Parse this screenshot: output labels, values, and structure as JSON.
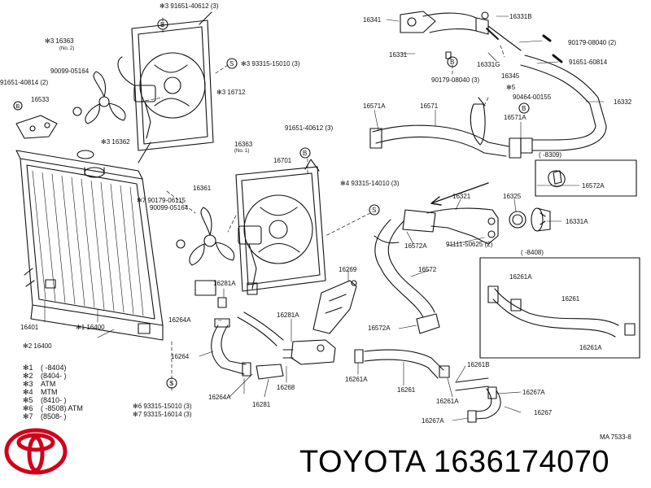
{
  "brand": {
    "name": "TOYOTA",
    "part_number": "1636174070",
    "ref_code": "MA 7533-8"
  },
  "colors": {
    "ink": "#111111",
    "logo": "#d0021b"
  },
  "labels": {
    "p01": "✻3 91651-40612 (3)",
    "p02": "16341",
    "p03": "16331B",
    "p04": "✻3 16363",
    "p05": "(No. 2)",
    "p06": "90179-08040 (2)",
    "p07": "16331",
    "p08": "16331G",
    "p09": "91651-60814",
    "p10": "✻3 93315-15010 (3)",
    "p11": "90099-05164",
    "p12": "91651-40814 (2)",
    "p13": "90179-08040 (3)",
    "p14": "16345",
    "p15": "16533",
    "p16": "✻3 16712",
    "p17": "✻5",
    "p18": "90464-00155",
    "p19": "16332",
    "p20": "16571A",
    "p21": "16571",
    "p22": "16571A",
    "p23": "✻3 16362",
    "p24": "16363",
    "p25": "(No. 1)",
    "p26": "91651-40612 (3)",
    "p27": "(   -8309)",
    "p28": "16701",
    "p29": "16572A",
    "p30": "16361",
    "p31": "✻4 93315-14010 (3)",
    "p32": "16321",
    "p33": "16325",
    "p34": "✻7 90179-06115",
    "p35": "90099-05164",
    "p36": "16331A",
    "p37": "16572A",
    "p38": "91111-50625 (2)",
    "p39": "(   -8408)",
    "p40": "16269",
    "p41": "16572",
    "p42": "16261A",
    "p43": "16281A",
    "p44": "16261",
    "p45": "16264A",
    "p46": "16281A",
    "p47": "16572A",
    "p48": "16261A",
    "p49": "16401",
    "p50": "✻1 16400",
    "p51": "✻2 16400",
    "p52": "16264",
    "p53": "16261A",
    "p54": "16261B",
    "p55": "16268",
    "p56": "16261",
    "p57": "16264A",
    "p58": "16267A",
    "p59": "16281",
    "p60": "16261A",
    "p61": "✻6 93315-15010 (3)",
    "p62": "✻7 93315-16014 (3)",
    "p63": "16267",
    "p64": "16267A",
    "p65": "S",
    "p66": "B"
  },
  "legend": [
    {
      "sym": "✻1",
      "text": "(       -8404)"
    },
    {
      "sym": "✻2",
      "text": "(8404-       )"
    },
    {
      "sym": "✻3",
      "text": "ATM"
    },
    {
      "sym": "✻4",
      "text": "MTM"
    },
    {
      "sym": "✻5",
      "text": "(8410-       )"
    },
    {
      "sym": "✻6",
      "text": "(       -8508) ATM"
    },
    {
      "sym": "✻7",
      "text": "(8508-       )"
    }
  ]
}
